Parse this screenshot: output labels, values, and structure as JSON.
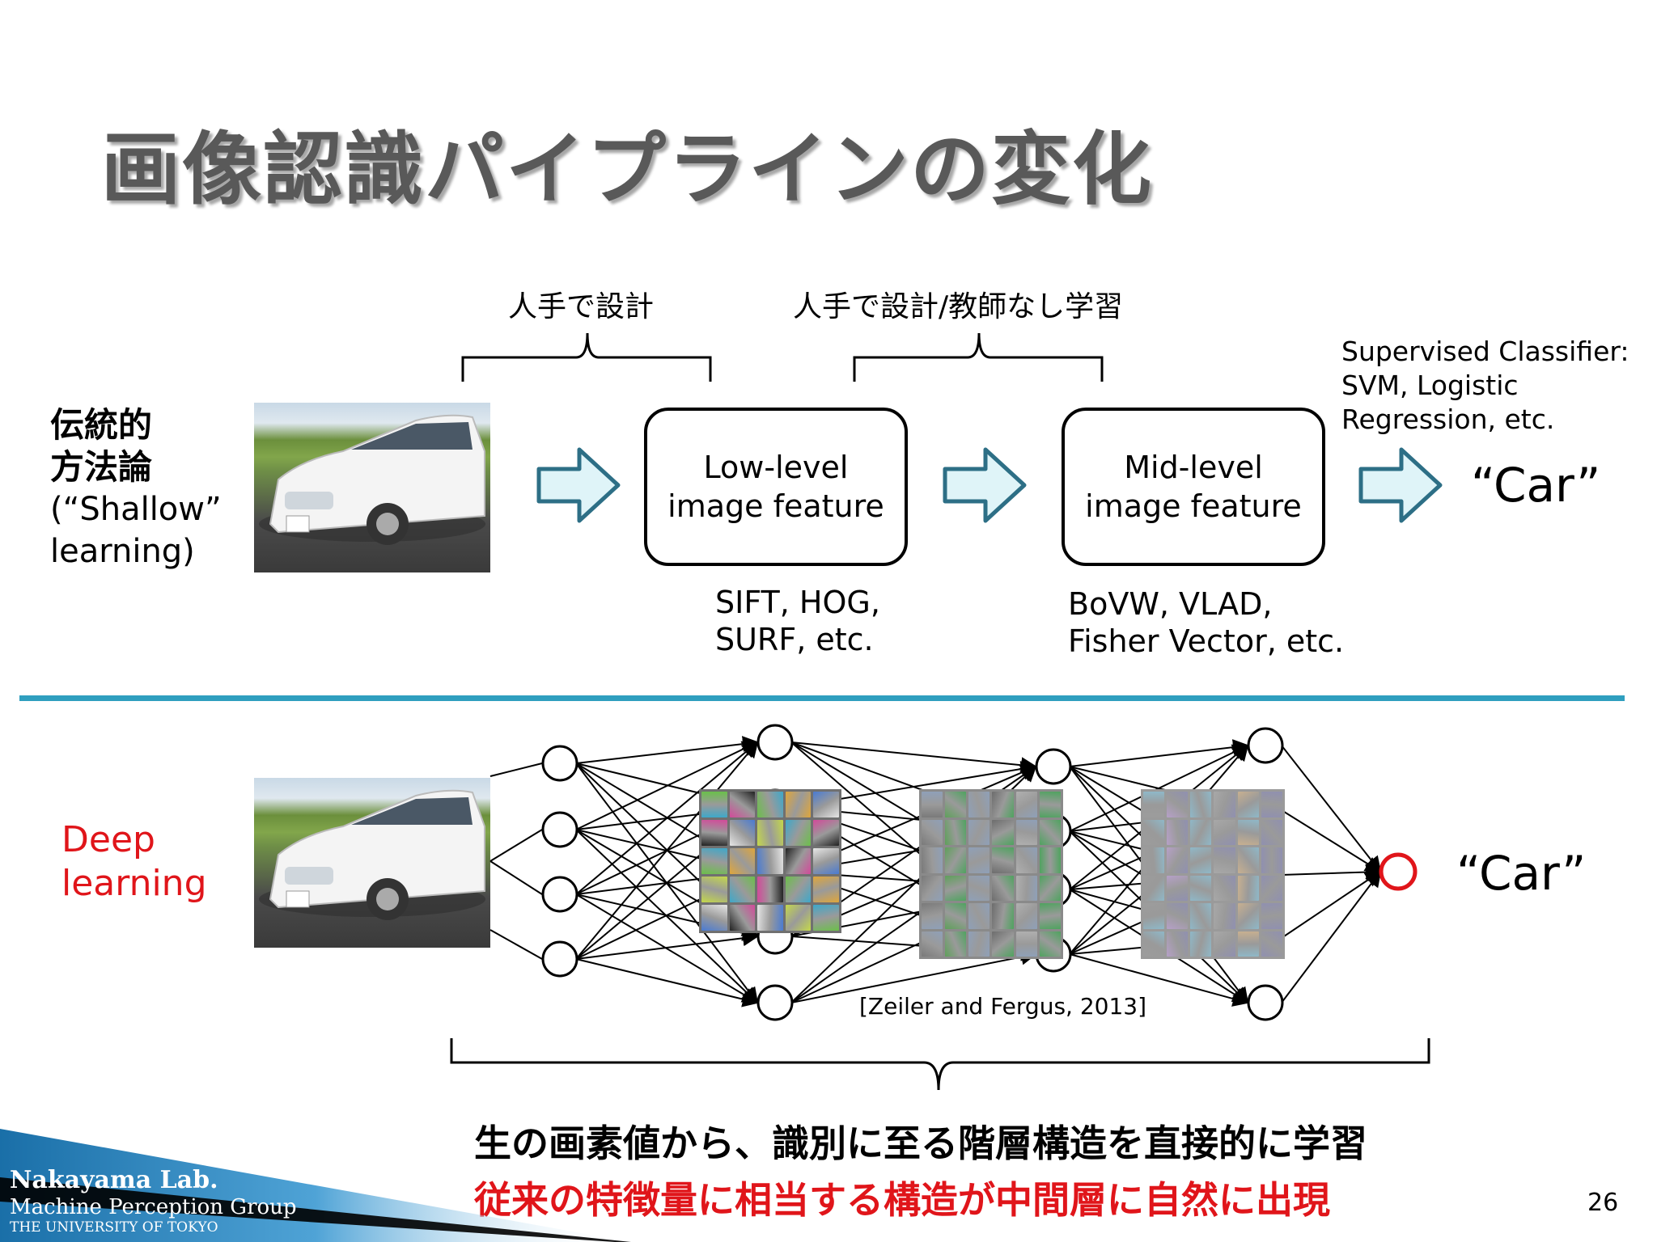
{
  "title": "画像認識パイプラインの変化",
  "top_section": {
    "label_jp": [
      "伝統的",
      "方法論"
    ],
    "label_en": [
      "(“Shallow”",
      "learning)"
    ],
    "brace1_label": "人手で設計",
    "brace2_label": "人手で設計/教師なし学習",
    "box1": [
      "Low-level",
      "image feature"
    ],
    "box2": [
      "Mid-level",
      "image feature"
    ],
    "box1_examples": [
      "SIFT, HOG,",
      "SURF, etc."
    ],
    "box2_examples": [
      "BoVW, VLAD,",
      "Fisher Vector, etc."
    ],
    "classifier": [
      "Supervised Classifier:",
      "SVM, Logistic",
      "Regression, etc."
    ],
    "output": "“Car”"
  },
  "bottom_section": {
    "label": [
      "Deep",
      "learning"
    ],
    "output": "“Car”",
    "citation": "[Zeiler and Fergus, 2013]",
    "summary_line1": "生の画素値から、識別に至る階層構造を直接的に学習",
    "summary_line2": "従来の特徴量に相当する構造が中間層に自然に出現"
  },
  "colors": {
    "title": "#595959",
    "divider": "#2f9fbf",
    "arrow_fill": "#dff4f8",
    "arrow_stroke": "#2d6f86",
    "deep_label": "#e0151a",
    "output_node": "#e0151a"
  },
  "footer": {
    "lab": "Nakayama Lab.",
    "group": "Machine Perception Group",
    "university": "THE UNIVERSITY OF TOKYO",
    "page_number": "26"
  }
}
